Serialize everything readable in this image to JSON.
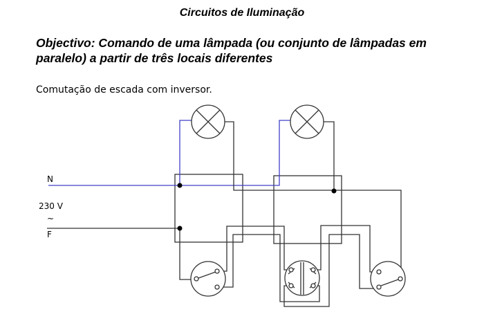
{
  "document": {
    "title": "Circuitos de Iluminação",
    "objective": "Objectivo: Comando de uma lâmpada (ou conjunto de lâmpadas em paralelo) a partir de três locais diferentes",
    "subtitle": "Comutação de escada com inversor."
  },
  "diagram": {
    "labels": {
      "neutral": "N",
      "voltage": "230 V",
      "ac": "~",
      "phase": "F"
    },
    "colors": {
      "neutral_wire": "#4040c8",
      "wire": "#333333"
    }
  }
}
